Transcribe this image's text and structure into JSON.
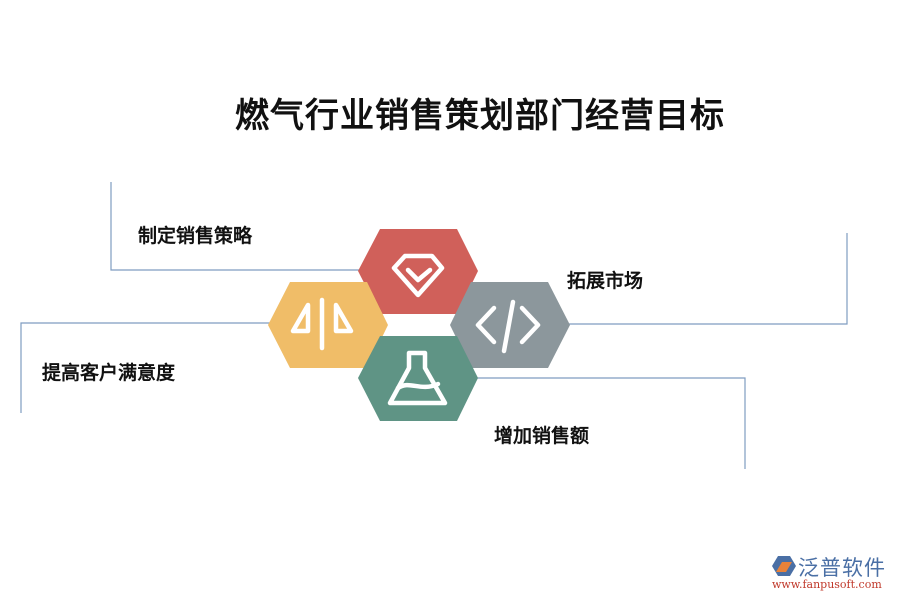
{
  "title": "燃气行业销售策划部门经营目标",
  "items": [
    {
      "label": "制定销售策略",
      "icon": "diamond-check-icon",
      "color": "#d0605a"
    },
    {
      "label": "提高客户满意度",
      "icon": "mirror-triangles-icon",
      "color": "#f0bd68"
    },
    {
      "label": "拓展市场",
      "icon": "code-icon",
      "color": "#8c979c"
    },
    {
      "label": "增加销售额",
      "icon": "flask-icon",
      "color": "#5f9485"
    }
  ],
  "line_color": "#7f9cc0",
  "logo": {
    "name": "泛普软件",
    "url": "www.fanpusoft.com"
  }
}
